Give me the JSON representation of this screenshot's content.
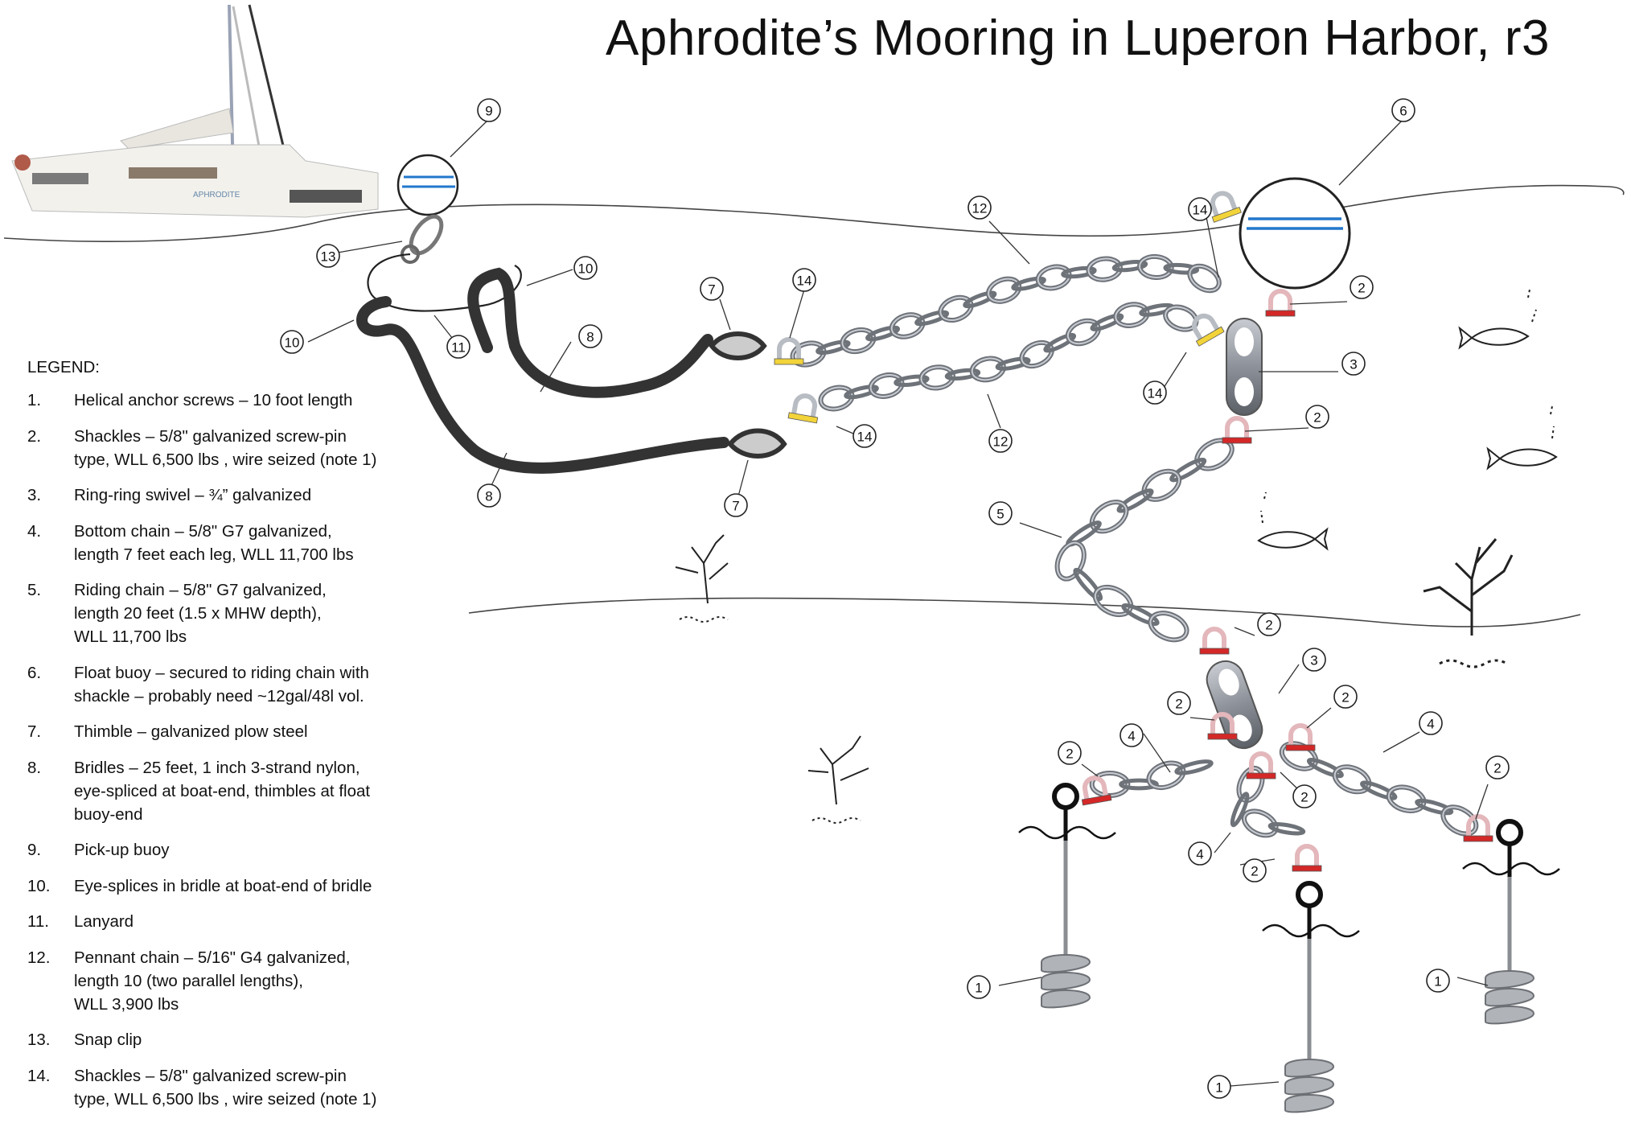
{
  "title": "Aphrodite’s Mooring in Luperon Harbor, r3",
  "boat_name": "APHRODITE",
  "legend": {
    "heading": "LEGEND:",
    "items": [
      {
        "num": "1.",
        "text": "Helical anchor screws – 10 foot length"
      },
      {
        "num": "2.",
        "text": "Shackles – 5/8\" galvanized screw-pin\ntype, WLL 6,500 lbs , wire seized (note 1)"
      },
      {
        "num": "3.",
        "text": "Ring-ring swivel – ¾” galvanized"
      },
      {
        "num": "4.",
        "text": "Bottom chain – 5/8\" G7 galvanized,\nlength 7 feet each leg, WLL 11,700 lbs"
      },
      {
        "num": "5.",
        "text": "Riding chain – 5/8\" G7 galvanized,\nlength 20 feet (1.5 x MHW depth),\nWLL 11,700 lbs"
      },
      {
        "num": "6.",
        "text": "Float buoy – secured to riding chain with\nshackle – probably need ~12gal/48l vol."
      },
      {
        "num": "7.",
        "text": "Thimble – galvanized plow steel"
      },
      {
        "num": "8.",
        "text": "Bridles – 25 feet, 1 inch 3-strand nylon,\neye-spliced at boat-end, thimbles at float\nbuoy-end"
      },
      {
        "num": "9.",
        "text": "Pick-up buoy"
      },
      {
        "num": "10.",
        "text": "Eye-splices in bridle at boat-end of bridle"
      },
      {
        "num": "11.",
        "text": "Lanyard"
      },
      {
        "num": "12.",
        "text": "Pennant chain – 5/16\" G4 galvanized,\nlength 10 (two parallel lengths),\nWLL 3,900 lbs"
      },
      {
        "num": "13.",
        "text": "Snap clip"
      },
      {
        "num": "14.",
        "text": "Shackles – 5/8\" galvanized screw-pin\ntype, WLL 6,500 lbs , wire seized (note 1)"
      }
    ]
  },
  "callouts": [
    "9",
    "6",
    "13",
    "10",
    "10",
    "11",
    "8",
    "8",
    "7",
    "7",
    "14",
    "14",
    "14",
    "14",
    "12",
    "12",
    "2",
    "3",
    "2",
    "5",
    "2",
    "3",
    "2",
    "2",
    "2",
    "2",
    "2",
    "2",
    "4",
    "4",
    "4",
    "1",
    "1",
    "1"
  ]
}
